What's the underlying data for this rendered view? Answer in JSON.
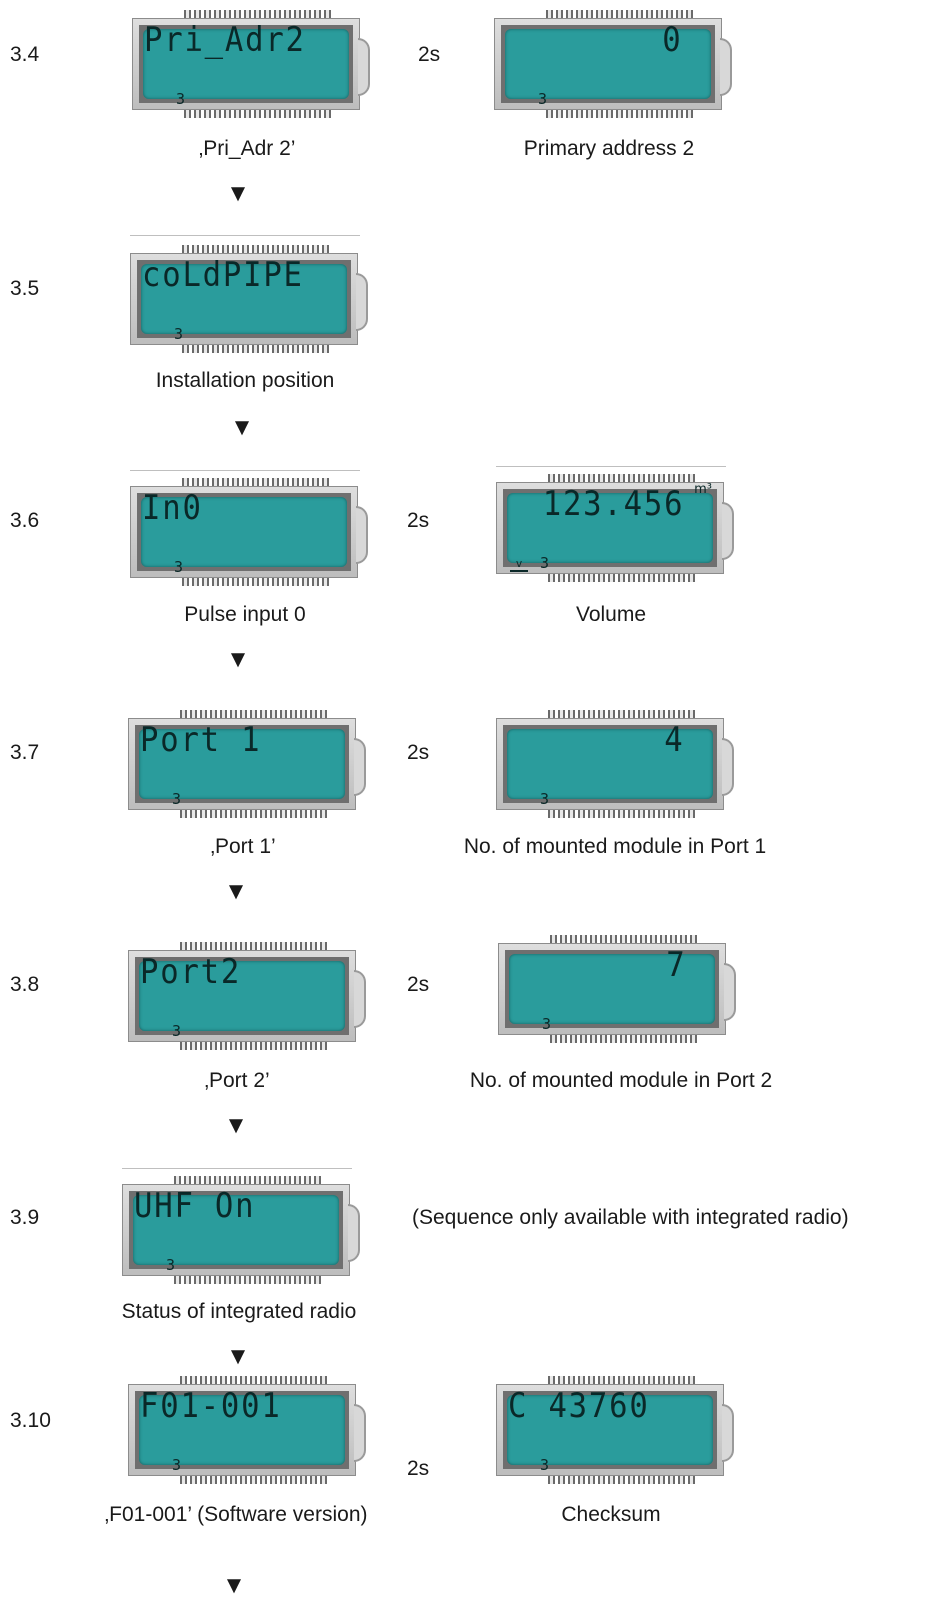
{
  "steps": [
    "3.4",
    "3.5",
    "3.6",
    "3.7",
    "3.8",
    "3.9",
    "3.10"
  ],
  "delay_label": "2s",
  "arrow_glyph": "▼",
  "displays": {
    "s34_left": {
      "text": "Pri_Adr2",
      "index": "3"
    },
    "s34_right": {
      "text": "0",
      "index": "3"
    },
    "s35_left": {
      "text": "coLdPIPE",
      "index": "3"
    },
    "s36_left": {
      "text": "In0",
      "index": "3"
    },
    "s36_right": {
      "text": "123.456",
      "index": "3",
      "marker": "v",
      "unit": "m³"
    },
    "s37_left": {
      "text": "Port 1",
      "index": "3"
    },
    "s37_right": {
      "text": "4",
      "index": "3"
    },
    "s38_left": {
      "text": "Port2",
      "index": "3"
    },
    "s38_right": {
      "text": "7",
      "index": "3"
    },
    "s39_left": {
      "text": "UHF On",
      "index": "3"
    },
    "s310_left": {
      "text": "F01-001",
      "index": "3"
    },
    "s310_right": {
      "text": "C  43760",
      "index": "3"
    }
  },
  "captions": {
    "s34_left": "‚Pri_Adr 2’",
    "s34_right": "Primary address 2",
    "s35_left": "Installation position",
    "s36_left": "Pulse input 0",
    "s36_right": "Volume",
    "s37_left": "‚Port 1’",
    "s37_right": "No. of mounted module in Port 1",
    "s38_left": "‚Port 2’",
    "s38_right": "No. of mounted module in Port 2",
    "s39_left": "Status of integrated radio",
    "s39_note": "(Sequence only available with integrated radio)",
    "s310_left": "‚F01-001’ (Software version)",
    "s310_right": "Checksum"
  }
}
